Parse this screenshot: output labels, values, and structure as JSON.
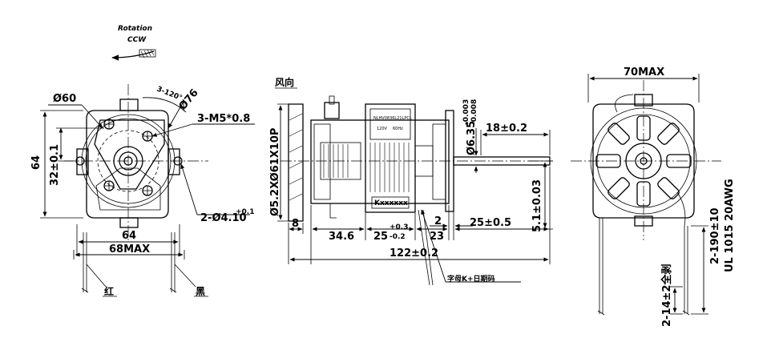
{
  "rotation": {
    "title": "Rotation",
    "direction": "CCW"
  },
  "front_view": {
    "outer_dia": "Ø60",
    "height": "64",
    "width": "64",
    "max_width": "68MAX",
    "hole_offset": "32±0.1",
    "screw_angle": "3-120°",
    "screw_pcd": "Ø76",
    "screw_spec": "3-M5*0.8",
    "mount_holes": "2-Ø4.10",
    "mount_holes_tol": "+0.1",
    "lead_red": "红",
    "lead_black": "黑"
  },
  "side_view": {
    "fan_label": "风向",
    "fan_spec": "Ø5.2XØ61X10P",
    "fan_thickness": "8",
    "shaft_dia": "Ø6.35",
    "shaft_tol_upper": "-0.003",
    "shaft_tol_lower": "-0.008",
    "shaft_len": "18±0.2",
    "shaft_offset": "5.1±0.03",
    "dim_a": "34.6",
    "stack": "25",
    "stack_tol_upper": "+0.3",
    "stack_tol_lower": "-0.2",
    "dim_b": "23",
    "dim_c": "2",
    "dim_d": "25±0.5",
    "total_len": "122±0.2",
    "nameplate_top": "NLHV0836L21LPCL",
    "nameplate_volt": "120V",
    "nameplate_freq": "60Hz",
    "brand": "Kxxxxxx",
    "marking_note": "字母K+日期码"
  },
  "rear_view": {
    "max_width": "70MAX",
    "lead_len": "2-190±10",
    "wire_spec": "UL 1015 20AWG",
    "strip_len": "2-14±2全剥"
  }
}
